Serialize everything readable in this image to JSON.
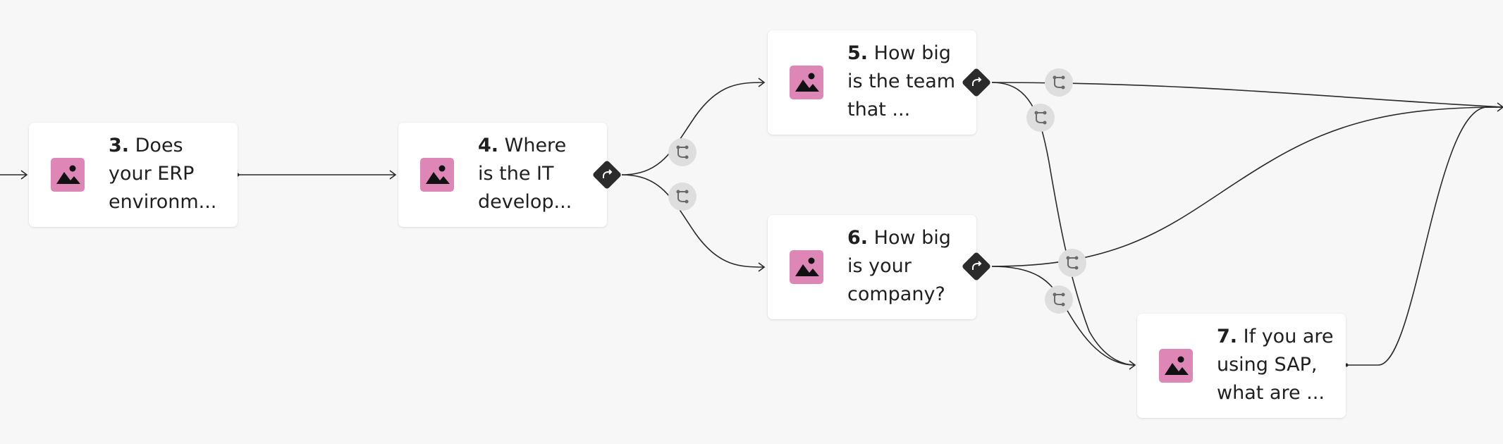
{
  "nodes": [
    {
      "id": "n3",
      "number": "3.",
      "question": "Does\nyour ERP\nenvironm...",
      "icon": "image-icon"
    },
    {
      "id": "n4",
      "number": "4.",
      "question": "Where\nis the IT\ndevelop...",
      "icon": "image-icon"
    },
    {
      "id": "n5",
      "number": "5.",
      "question": "How big\nis the team\nthat ...",
      "icon": "image-icon"
    },
    {
      "id": "n6",
      "number": "6.",
      "question": "How big\nis your\ncompany?",
      "icon": "image-icon"
    },
    {
      "id": "n7",
      "number": "7.",
      "question": "If you are\nusing SAP,\nwhat are ...",
      "icon": "image-icon"
    }
  ],
  "icons": {
    "branch": "branch-arrow-icon",
    "condition": "condition-icon"
  },
  "colors": {
    "background": "#f7f7f7",
    "thumbnail": "#de86b5",
    "branch_marker": "#2b2b2b",
    "condition_badge": "#dedede"
  }
}
